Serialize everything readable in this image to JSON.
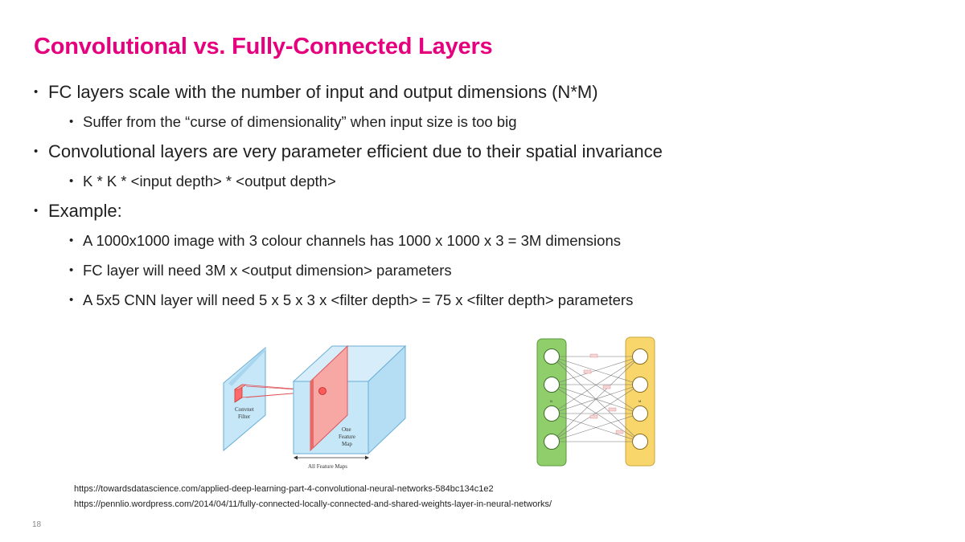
{
  "slide": {
    "title": "Convolutional vs. Fully-Connected Layers",
    "page_number": "18"
  },
  "bullets": {
    "fc": {
      "text": "FC layers scale with the number of input and output dimensions (N*M)",
      "sub": [
        "Suffer from the “curse of dimensionality” when input size is too big"
      ]
    },
    "conv": {
      "text": "Convolutional layers are very parameter efficient due to their spatial invariance",
      "sub": [
        "K * K * <input depth> * <output depth>"
      ]
    },
    "example": {
      "text": "Example:",
      "sub": [
        "A 1000x1000 image with 3 colour channels has 1000 x 1000 x 3 = 3M dimensions",
        "FC layer will need 3M x <output dimension> parameters",
        "A 5x5 CNN layer will need 5 x 5 x 3 x <filter depth> = 75 x <filter depth> parameters"
      ]
    }
  },
  "conv_figure": {
    "filter_label_1": "Convnet",
    "filter_label_2": "Filter",
    "map_label_1": "One",
    "map_label_2": "Feature",
    "map_label_3": "Map",
    "span_label": "All Feature Maps",
    "colors": {
      "volume": "#c6e7f8",
      "edge": "#6aaed6",
      "filter": "#ff6b6b",
      "map": "#f7a8a4",
      "map_edge": "#e0545a"
    }
  },
  "fc_figure": {
    "input_label": "N",
    "output_label": "M",
    "input_neurons": 4,
    "output_neurons": 4,
    "colors": {
      "input_layer": "#8fce6b",
      "output_layer": "#f9d66b",
      "neuron": "#ffffff"
    }
  },
  "references": [
    "https://towardsdatascience.com/applied-deep-learning-part-4-convolutional-neural-networks-584bc134c1e2",
    "https://pennlio.wordpress.com/2014/04/11/fully-connected-locally-connected-and-shared-weights-layer-in-neural-networks/"
  ]
}
